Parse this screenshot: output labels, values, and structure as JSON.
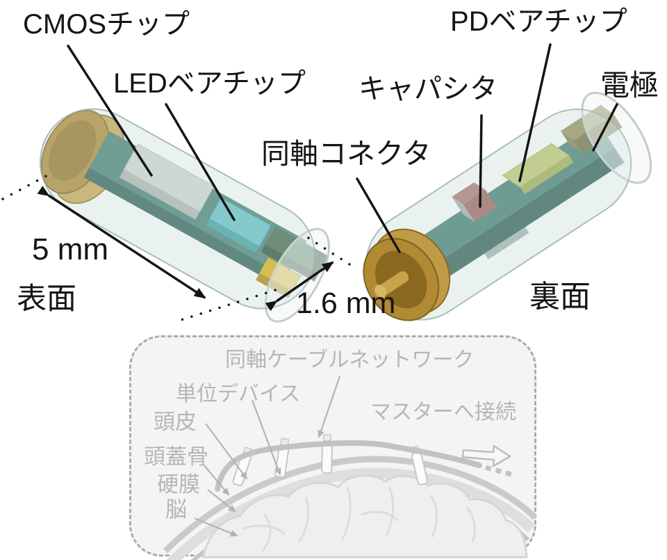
{
  "figure": {
    "front_view": {
      "side_label": "表面",
      "cmos_label": "CMOSチップ",
      "led_label": "LEDベアチップ",
      "length_dimension": "5 mm",
      "diameter_dimension": "1.6 mm"
    },
    "back_view": {
      "side_label": "裏面",
      "coax_connector_label": "同軸コネクタ",
      "capacitor_label": "キャパシタ",
      "pd_label": "PDベアチップ",
      "electrode_label": "電極"
    },
    "implant_panel": {
      "network_label": "同軸ケーブルネットワーク",
      "unit_device_label": "単位デバイス",
      "master_label": "マスターへ接続",
      "scalp_label": "頭皮",
      "skull_label": "頭蓋骨",
      "dura_label": "硬膜",
      "brain_label": "脳"
    },
    "colors": {
      "pcb_teal": "#417c70",
      "pcb_side": "#2e5e54",
      "brass": "#b3903c",
      "cmos_chip": "#cbd1ca",
      "led_chip": "#60bec2",
      "yellow_chip": "#d9ab15",
      "tongue_board": "#41684d",
      "capacitor": "#a7756b",
      "pd_chip": "#b8c26d",
      "electrode": "#8e8e57",
      "panel_bg": "#f4f4f5",
      "gray_text": "#b6b6b6",
      "line_black": "#151515"
    }
  }
}
